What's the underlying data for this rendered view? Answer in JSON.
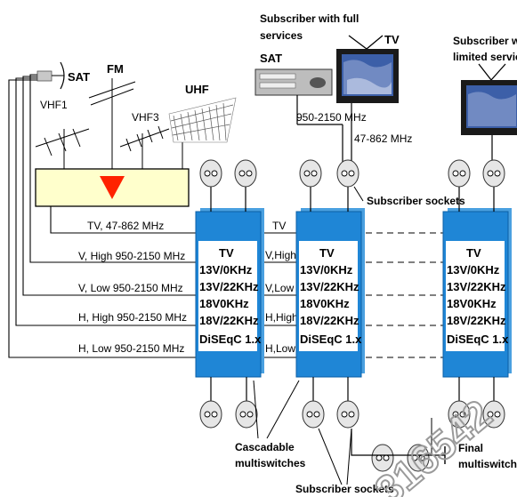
{
  "labels": {
    "subscriber_full_1": "Subscriber with full",
    "subscriber_full_2": "services",
    "subscriber_limited_1": "Subscriber with",
    "subscriber_limited_2": "limited service",
    "sat_top": "SAT",
    "tv_top": "TV",
    "sat_antenna": "SAT",
    "fm": "FM",
    "vhf1": "VHF1",
    "vhf3": "VHF3",
    "uhf": "UHF",
    "freq_sat": "950-2150 MHz",
    "freq_tv": "47-862 MHz",
    "subscriber_sockets_top": "Subscriber sockets",
    "subscriber_sockets_bottom": "Subscriber sockets",
    "cascadable_1": "Cascadable",
    "cascadable_2": "multiswitches",
    "final_1": "Final",
    "final_2": "multiswitch",
    "watermark": "316542"
  },
  "feed_lines": [
    "TV, 47-862 MHz",
    "V, High 950-2150 MHz",
    "V, Low 950-2150 MHz",
    "H, High 950-2150 MHz",
    "H, Low 950-2150 MHz"
  ],
  "cascade_labels": [
    "TV",
    "V,High",
    "V,Low",
    "H,High",
    "H,Low"
  ],
  "switch_lines": [
    "TV",
    "13V/0KHz",
    "13V/22KHz",
    "18V0KHz",
    "18V/22KHz",
    "DiSEqC 1.x"
  ],
  "colors": {
    "switch_fill": "#1f86d6",
    "switch_panel": "#ffffff",
    "amp_fill": "#ffffcc",
    "amp_triangle": "#ff2200",
    "socket_fill": "#e6e6e6",
    "screen": "#3c5fa8",
    "watermark": "#9a9a9a"
  }
}
